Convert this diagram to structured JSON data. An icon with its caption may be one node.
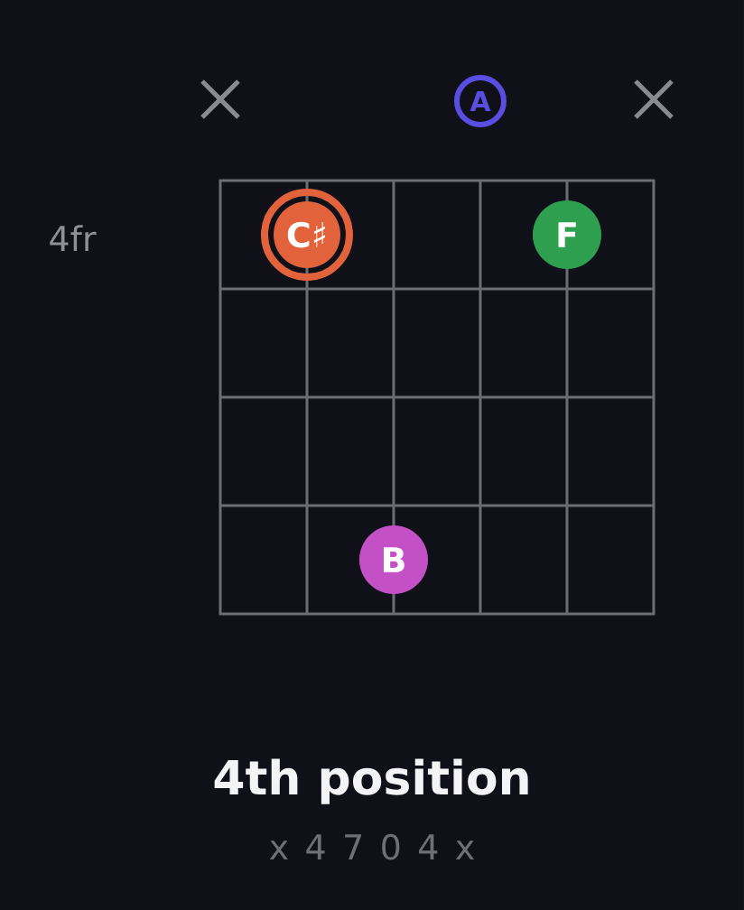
{
  "diagram": {
    "title": "4th position",
    "caption": "x 4 7 0 4 x",
    "nodes": [
      {
        "text": [
          "A"
        ]
      },
      {
        "text": [
          "C♯"
        ]
      },
      {
        "text": [
          "F"
        ]
      },
      {
        "text": [
          "B"
        ]
      }
    ],
    "labels": [
      "4fr"
    ]
  }
}
